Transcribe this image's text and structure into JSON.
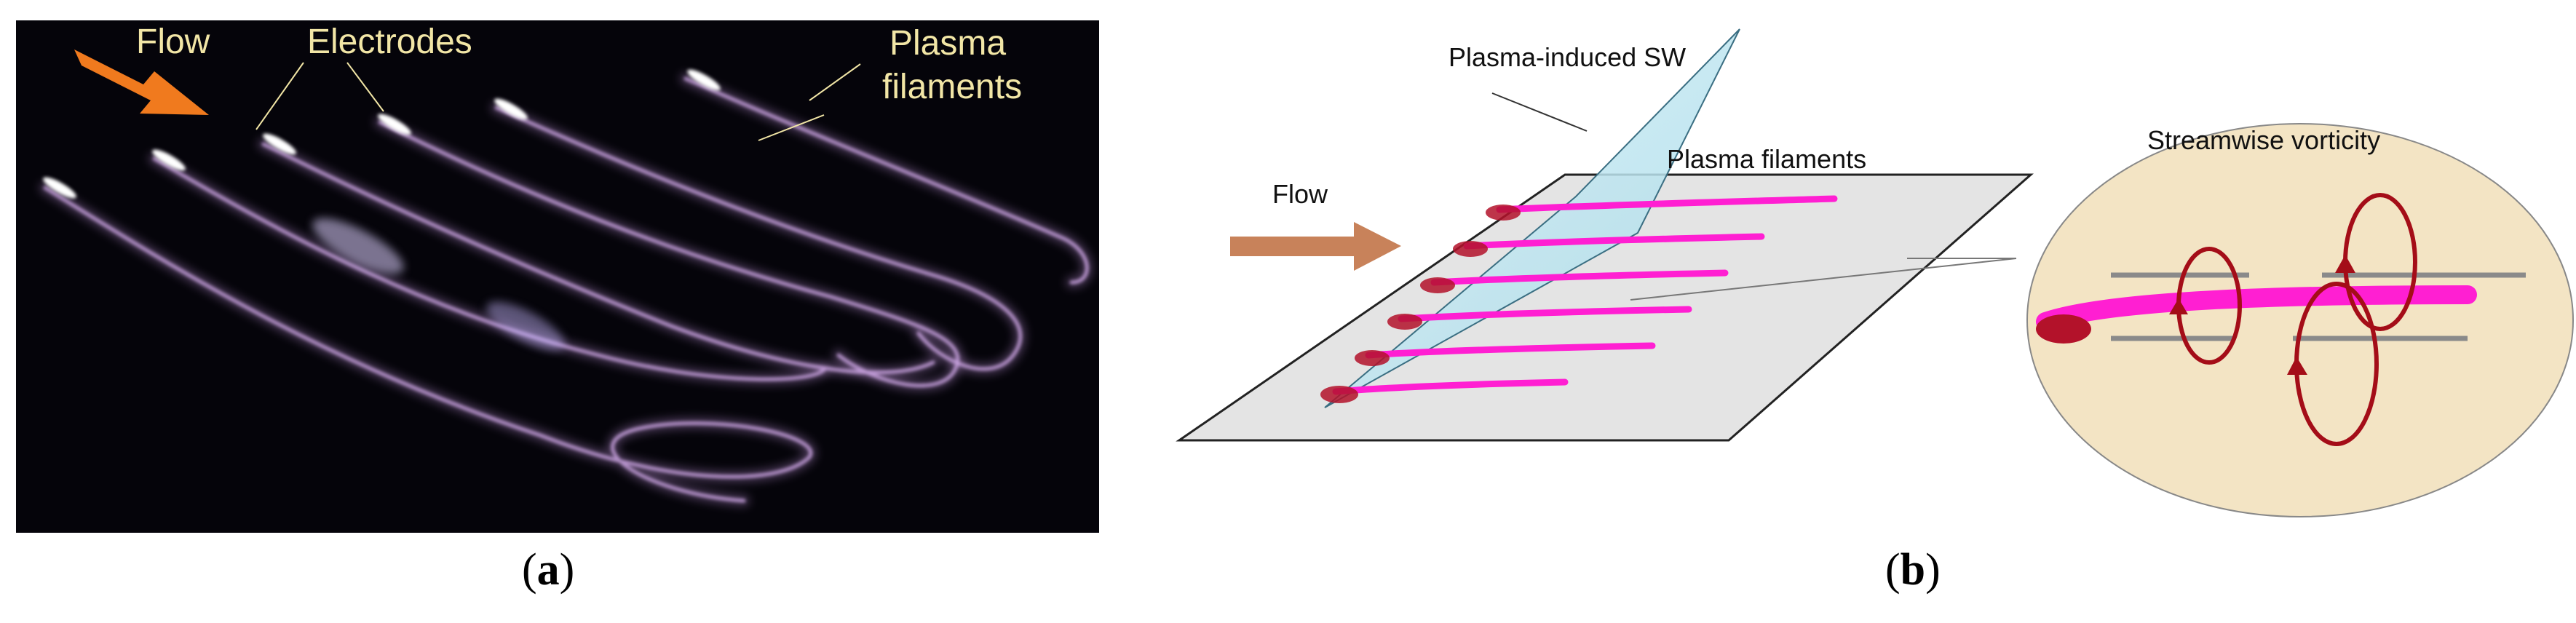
{
  "panel_a": {
    "caption_letter": "a",
    "label_flow": "Flow",
    "label_electrodes": "Electrodes",
    "label_plasma_line1": "Plasma",
    "label_plasma_line2": "filaments",
    "colors": {
      "background": "#05040a",
      "arrow": "#f07a1e",
      "label": "#f2e6a6",
      "filament": "#b78fd0"
    }
  },
  "panel_b": {
    "caption_letter": "b",
    "label_flow": "Flow",
    "label_sw": "Plasma-induced SW",
    "label_filaments": "Plasma filaments",
    "label_vorticity": "Streamwise vorticity",
    "colors": {
      "plate": "#e4e4e4",
      "sheet": "#b9e3ef",
      "filament": "#ff1fd2",
      "vortex": "#a40d18",
      "arrow": "#c8825a",
      "inset": "#f3e4c4"
    }
  }
}
